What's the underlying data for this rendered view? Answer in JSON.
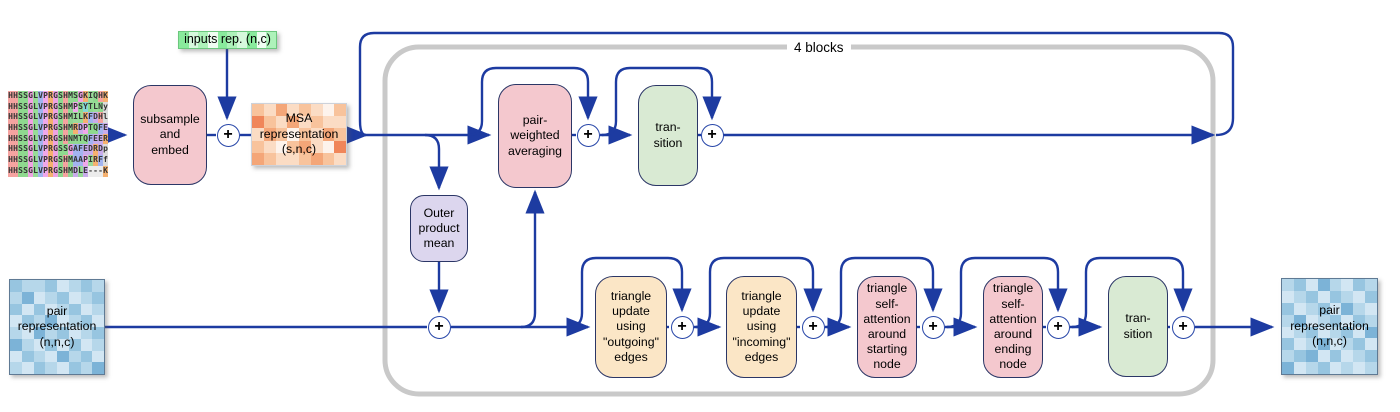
{
  "diagram": {
    "loop_label": "4 blocks",
    "plus_label": "+",
    "inputs_label": "inputs rep. (n,c)",
    "msa_rep_label": "MSA\nrepresentation\n(s,n,c)",
    "pair_left_label": "pair\nrepresentation\n(n,n,c)",
    "pair_right_label": "pair\nrepresentation\n(n,n,c)",
    "nodes": {
      "subsample": "subsample\nand\nembed",
      "outer_product": "Outer\nproduct\nmean",
      "pair_weighted": "pair-\nweighted\naveraging",
      "transition_msa": "tran-\nsition",
      "tri_outgoing": "triangle\nupdate\nusing\n\"outgoing\"\nedges",
      "tri_incoming": "triangle\nupdate\nusing\n\"incoming\"\nedges",
      "tri_start": "triangle\nself-\nattention\naround\nstarting\nnode",
      "tri_end": "triangle\nself-\nattention\naround\nending\nnode",
      "transition_pair": "tran-\nsition"
    },
    "colors": {
      "wire": "#1d3ba1",
      "container": "#c9c9c9",
      "node_border": "#2b3666",
      "pink": "#f4c8ce",
      "peach": "#fbe6c6",
      "green": "#d9ead3",
      "lavender": "#dcd6ee"
    },
    "msa": {
      "sequences": [
        "HHSSGLVPRGSHMSGKIQHK",
        "HHSSGLVPRGSHMPSYTLNy",
        "HHSSGLVPRGSHMILKFDHl",
        "HHSSGLVPRGSHMRDPTQFE",
        "HHSSGLVPRGSHNMTQFEER",
        "HHSSGLVPRGSSGAFEDRDp",
        "HHSSGLVPRGSHMAAPIRFf",
        "HHSSGLVPRGSHMDLE---K"
      ],
      "residue_colors": {
        "H": "#f5a3a0",
        "S": "#8fd98f",
        "G": "#efa3e2",
        "L": "#98dc98",
        "V": "#a3b4f0",
        "P": "#f0a8ea",
        "R": "#f5b170",
        "K": "#f5b170",
        "M": "#93d893",
        "I": "#9bdb9b",
        "Q": "#8fd98f",
        "T": "#8fd98f",
        "N": "#8fd98f",
        "Y": "#85d8d8",
        "F": "#a3b4f0",
        "A": "#a3b4f0",
        "D": "#c9aceb",
        "E": "#c9aceb",
        "lower": "#dcdcdc",
        "gap": "#ececec"
      }
    },
    "heatmaps": {
      "msa_rep": {
        "palette": [
          "#fdf3ec",
          "#fbdcc4",
          "#f8c39c",
          "#f4a678",
          "#f0865a"
        ],
        "grid": [
          [
            2,
            1,
            3,
            1,
            2,
            1,
            0,
            2
          ],
          [
            4,
            2,
            1,
            3,
            1,
            2,
            1,
            1
          ],
          [
            1,
            3,
            2,
            0,
            2,
            1,
            3,
            2
          ],
          [
            2,
            1,
            0,
            2,
            3,
            1,
            0,
            4
          ],
          [
            3,
            2,
            1,
            1,
            2,
            3,
            2,
            1
          ]
        ]
      },
      "pair_left": {
        "palette": [
          "#eaf3fa",
          "#d2e6f3",
          "#b6d7ea",
          "#97c5e0",
          "#7cb3d7"
        ],
        "grid": [
          [
            3,
            2,
            2,
            3,
            1,
            2,
            3,
            2
          ],
          [
            2,
            4,
            1,
            2,
            3,
            1,
            2,
            3
          ],
          [
            3,
            1,
            3,
            1,
            2,
            3,
            1,
            2
          ],
          [
            1,
            3,
            2,
            4,
            1,
            2,
            3,
            1
          ],
          [
            2,
            1,
            4,
            2,
            3,
            1,
            2,
            3
          ],
          [
            4,
            2,
            1,
            3,
            1,
            3,
            1,
            2
          ],
          [
            1,
            3,
            2,
            1,
            4,
            2,
            3,
            1
          ],
          [
            2,
            1,
            3,
            2,
            1,
            3,
            2,
            4
          ]
        ]
      },
      "pair_right": {
        "palette": [
          "#eaf3fa",
          "#d2e6f3",
          "#b6d7ea",
          "#97c5e0",
          "#7cb3d7"
        ],
        "grid": [
          [
            2,
            3,
            1,
            4,
            2,
            1,
            3,
            2
          ],
          [
            1,
            2,
            3,
            1,
            3,
            2,
            1,
            3
          ],
          [
            3,
            1,
            2,
            3,
            1,
            4,
            2,
            1
          ],
          [
            2,
            4,
            1,
            2,
            3,
            1,
            3,
            2
          ],
          [
            1,
            2,
            3,
            1,
            2,
            3,
            1,
            4
          ],
          [
            3,
            1,
            2,
            4,
            1,
            2,
            3,
            1
          ],
          [
            2,
            3,
            4,
            1,
            3,
            1,
            2,
            3
          ],
          [
            4,
            1,
            2,
            3,
            1,
            2,
            1,
            2
          ]
        ]
      },
      "inputs_rep": {
        "palette": [
          "#89ea9c",
          "#aef2ba",
          "#d6f8dd",
          "#f0fdf2"
        ],
        "grid": [
          [
            0,
            2,
            1,
            3,
            0,
            1,
            2,
            0,
            3,
            1
          ]
        ]
      }
    }
  }
}
